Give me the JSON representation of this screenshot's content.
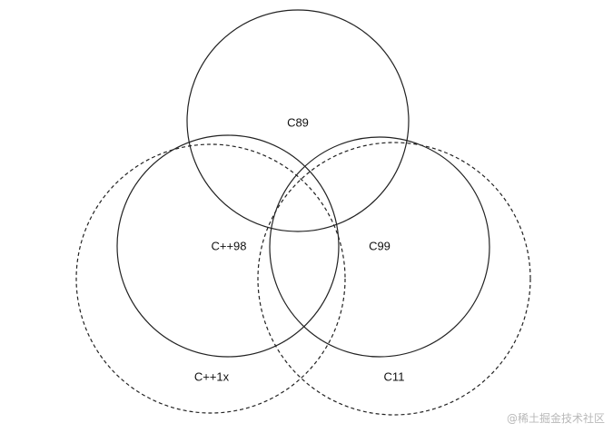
{
  "diagram": {
    "sets": [
      {
        "id": "c89",
        "label": "C89",
        "style": "solid"
      },
      {
        "id": "cpp98",
        "label": "C++98",
        "style": "solid"
      },
      {
        "id": "c99",
        "label": "C99",
        "style": "solid"
      },
      {
        "id": "cpp1x",
        "label": "C++1x",
        "style": "dashed"
      },
      {
        "id": "c11",
        "label": "C11",
        "style": "dashed"
      }
    ],
    "colors": {
      "stroke": "#222222",
      "text": "#111111",
      "background": "#ffffff",
      "watermark": "#b8b8b8"
    }
  },
  "watermark": {
    "text": "@稀土掘金技术社区"
  }
}
